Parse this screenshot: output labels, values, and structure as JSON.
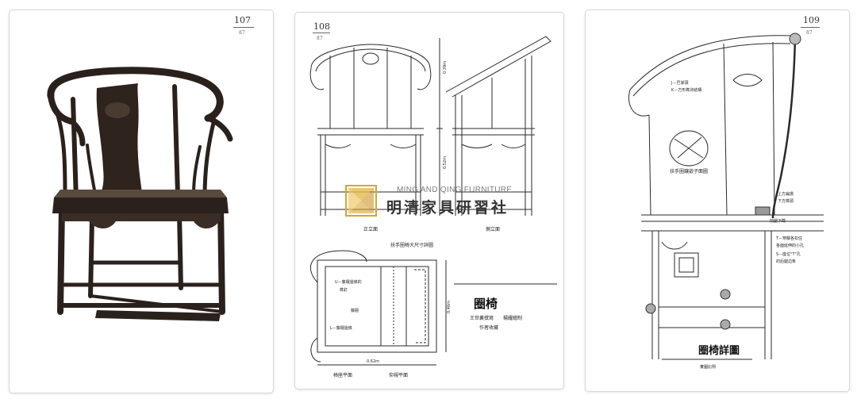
{
  "pages": [
    {
      "number": "107",
      "sub": "87"
    },
    {
      "number": "108",
      "sub": "87",
      "labels": {
        "front": "正立面",
        "side": "側立面",
        "caption": "扶手圈椅大尺寸詳圖",
        "seat_plan_left": "椅座平面",
        "seat_plan_right": "仰視平面",
        "dim_top": "0.39m",
        "dim_mid": "0.52m",
        "dim_width": "0.62m",
        "dim_depth": "0.46m",
        "note_u": "U－藤屜邊條的",
        "note_u2": "榫釘",
        "note_l": "L－藤屜邊條",
        "note_mid": "藤屜"
      },
      "title": "圈椅",
      "credit1": "王世襄撰寫",
      "credit2": "楊耀繪制",
      "credit3": "作者收藏"
    },
    {
      "number": "109",
      "sub": "87",
      "labels": {
        "j_note": "J－巴掌頭",
        "k_note": "K－方形榫卯結構",
        "inset_caption": "扶手圈鑲嵌子面圖",
        "upper_note1": "上方扁擔",
        "upper_note2": "下方榫頭",
        "upper_note3": "前腿下截",
        "side_note1": "T－穿藤各扣住",
        "side_note2": "各面延伸的小孔",
        "side_note3": "S－座位\"T\"孔",
        "side_note4": "的后腿边条"
      },
      "title": "圈椅詳圖",
      "scale": "實圖比例"
    }
  ],
  "watermark": {
    "latin": "MING AND QING FURNITURE",
    "chinese": "明清家具研習社"
  },
  "colors": {
    "ink": "#222222",
    "chair_dark": "#2b211c",
    "watermark_gold": "#d9a531"
  }
}
